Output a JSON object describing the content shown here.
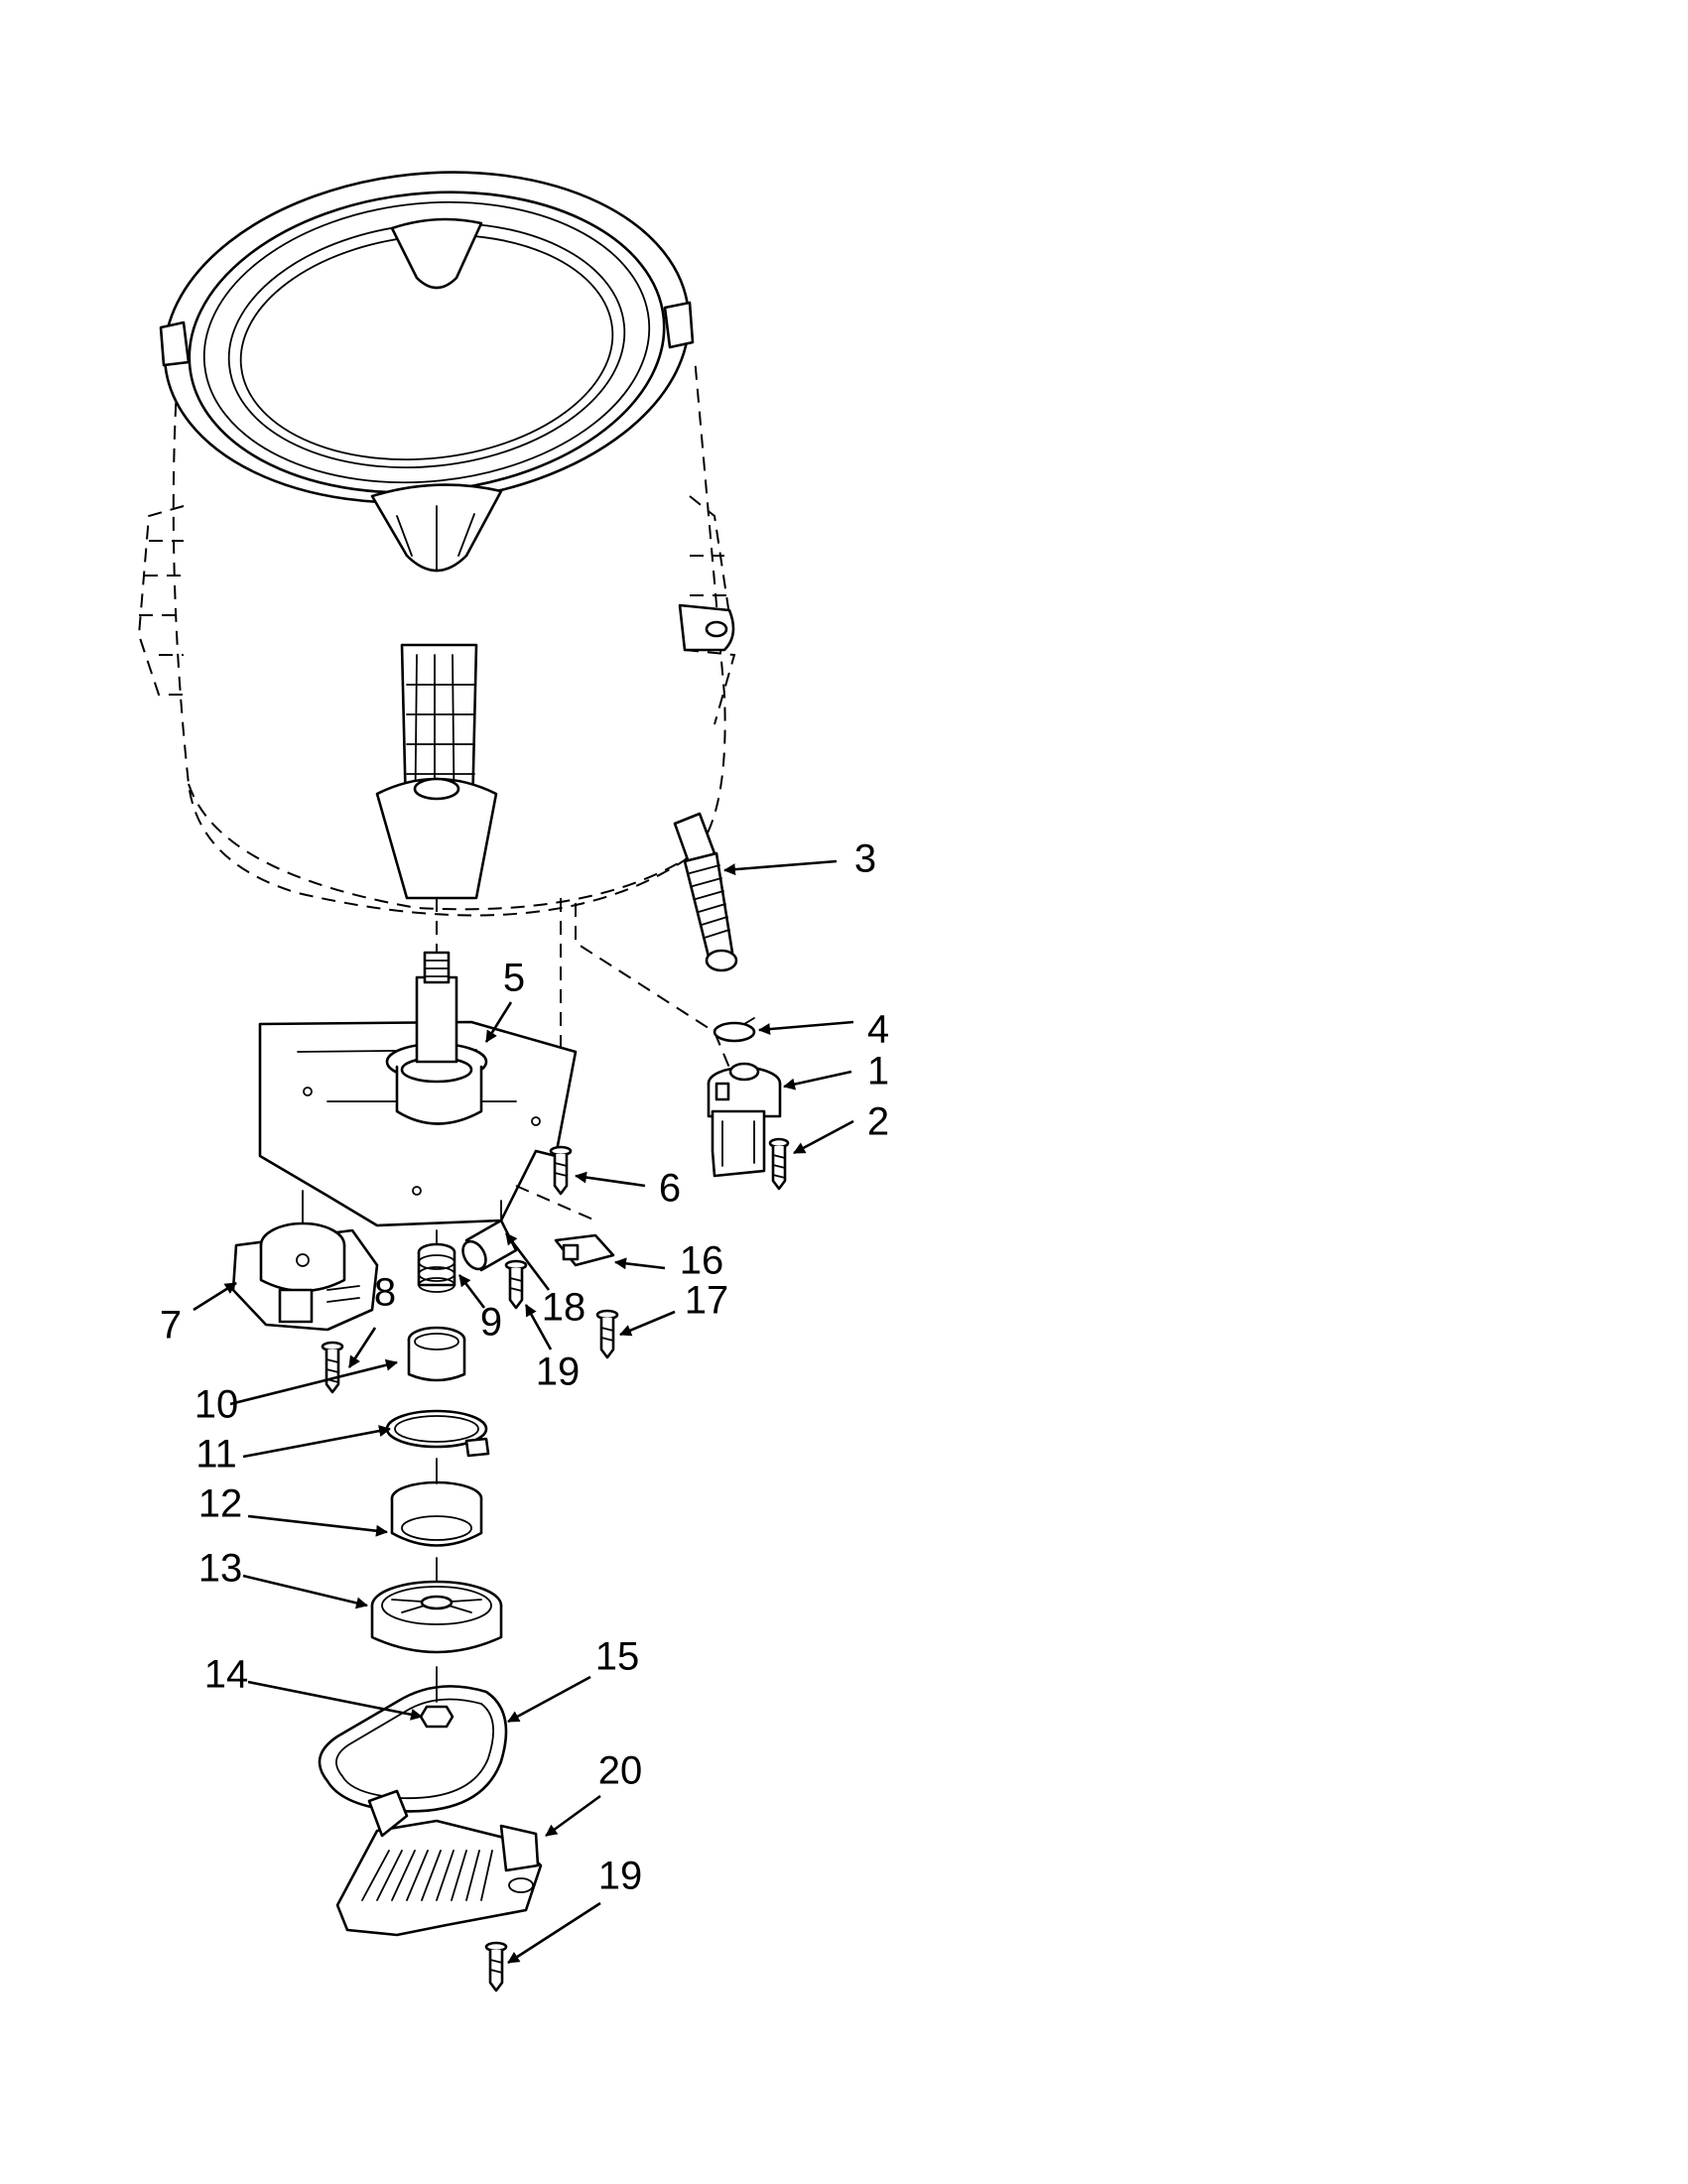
{
  "parts": [
    {
      "id": "tub",
      "label": ""
    },
    {
      "id": "drain-pump",
      "label": "1"
    },
    {
      "id": "pump-screw",
      "label": "2"
    },
    {
      "id": "drain-hose",
      "label": "3"
    },
    {
      "id": "hose-clamp",
      "label": "4"
    },
    {
      "id": "gearcase",
      "label": "5"
    },
    {
      "id": "gearcase-screw",
      "label": "6"
    },
    {
      "id": "motor",
      "label": "7"
    },
    {
      "id": "motor-screw",
      "label": "8"
    },
    {
      "id": "spring",
      "label": "9"
    },
    {
      "id": "clutch-collar",
      "label": "10"
    },
    {
      "id": "clutch-band",
      "label": "11"
    },
    {
      "id": "clutch-housing",
      "label": "12"
    },
    {
      "id": "pulley",
      "label": "13"
    },
    {
      "id": "nut",
      "label": "14"
    },
    {
      "id": "belt",
      "label": "15"
    },
    {
      "id": "switch",
      "label": "16"
    },
    {
      "id": "switch-screw",
      "label": "17"
    },
    {
      "id": "actuator",
      "label": "18"
    },
    {
      "id": "actuator-screw",
      "label": "19"
    },
    {
      "id": "belt-shield",
      "label": "20"
    },
    {
      "id": "belt-shield-screw",
      "label": "19"
    }
  ]
}
